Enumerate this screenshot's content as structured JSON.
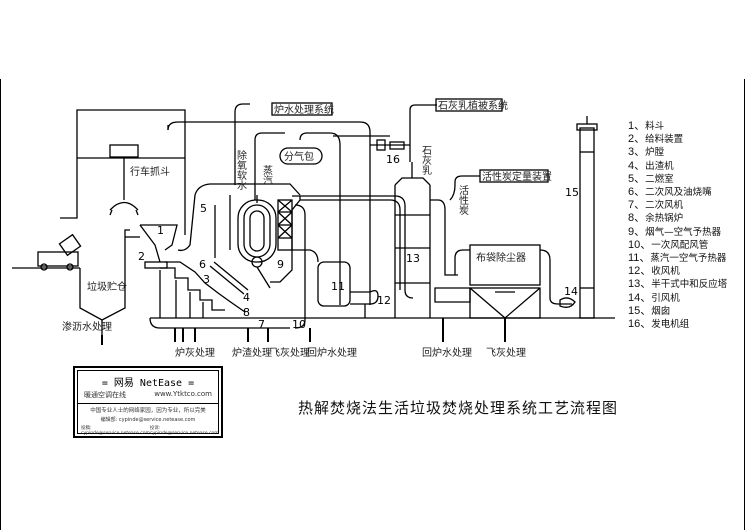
{
  "title": "热解焚烧法生活垃圾焚烧处理系统工艺流程图",
  "legend": [
    {
      "num": "1、",
      "label": "料斗"
    },
    {
      "num": "2、",
      "label": "给料装置"
    },
    {
      "num": "3、",
      "label": "炉膛"
    },
    {
      "num": "4、",
      "label": "出渣机"
    },
    {
      "num": "5、",
      "label": "二燃室"
    },
    {
      "num": "6、",
      "label": "二次风及油烧嘴"
    },
    {
      "num": "7、",
      "label": "二次风机"
    },
    {
      "num": "8、",
      "label": "余热锅炉"
    },
    {
      "num": "9、",
      "label": "烟气—空气予热器"
    },
    {
      "num": "10、",
      "label": "一次风配风管"
    },
    {
      "num": "11、",
      "label": "蒸汽一空气予热器"
    },
    {
      "num": "12、",
      "label": "收风机"
    },
    {
      "num": "13、",
      "label": "半干式中和反应塔"
    },
    {
      "num": "14、",
      "label": "引风机"
    },
    {
      "num": "15、",
      "label": "烟囱"
    },
    {
      "num": "16、",
      "label": "发电机组"
    }
  ],
  "diagram": {
    "boxes": {
      "boiler_water": "炉水处理系统",
      "lime_milk": "石灰乳植被系统",
      "activated_carbon": "活性炭定量装置",
      "steam_header": "分气包",
      "bag_filter": "布袋除尘器"
    },
    "labels": {
      "crane": "行车抓斗",
      "bunker": "垃圾贮仓",
      "leachate": "渗沥水处理",
      "deaerated_water": "除氧软水",
      "steam": "蒸汽",
      "lime_milk_v": "石灰乳",
      "activated_carbon_v": "活性炭"
    },
    "outputs": {
      "ash1": "炉灰处理",
      "slag": "炉渣处理",
      "flyash1": "飞灰处理",
      "return_water1": "回炉水处理",
      "return_water2": "回炉水处理",
      "flyash2": "飞灰处理"
    },
    "numbers": [
      "1",
      "2",
      "3",
      "4",
      "5",
      "6",
      "7",
      "8",
      "9",
      "10",
      "11",
      "12",
      "13",
      "14",
      "15",
      "16"
    ]
  },
  "badge": {
    "line1": "= 网易 NetEase =",
    "line2_left": "暖通空调在线",
    "line2_right": "www.Ytktco.com",
    "line3": "中国专业人士的网络家园，因为专业，所以完美",
    "line4": "编辑部: cypinde@service.netease.com",
    "line5_left": "投稿: cypinde@service.netease.com",
    "line5_right": "投诉: cypinde@service.netease.com"
  }
}
